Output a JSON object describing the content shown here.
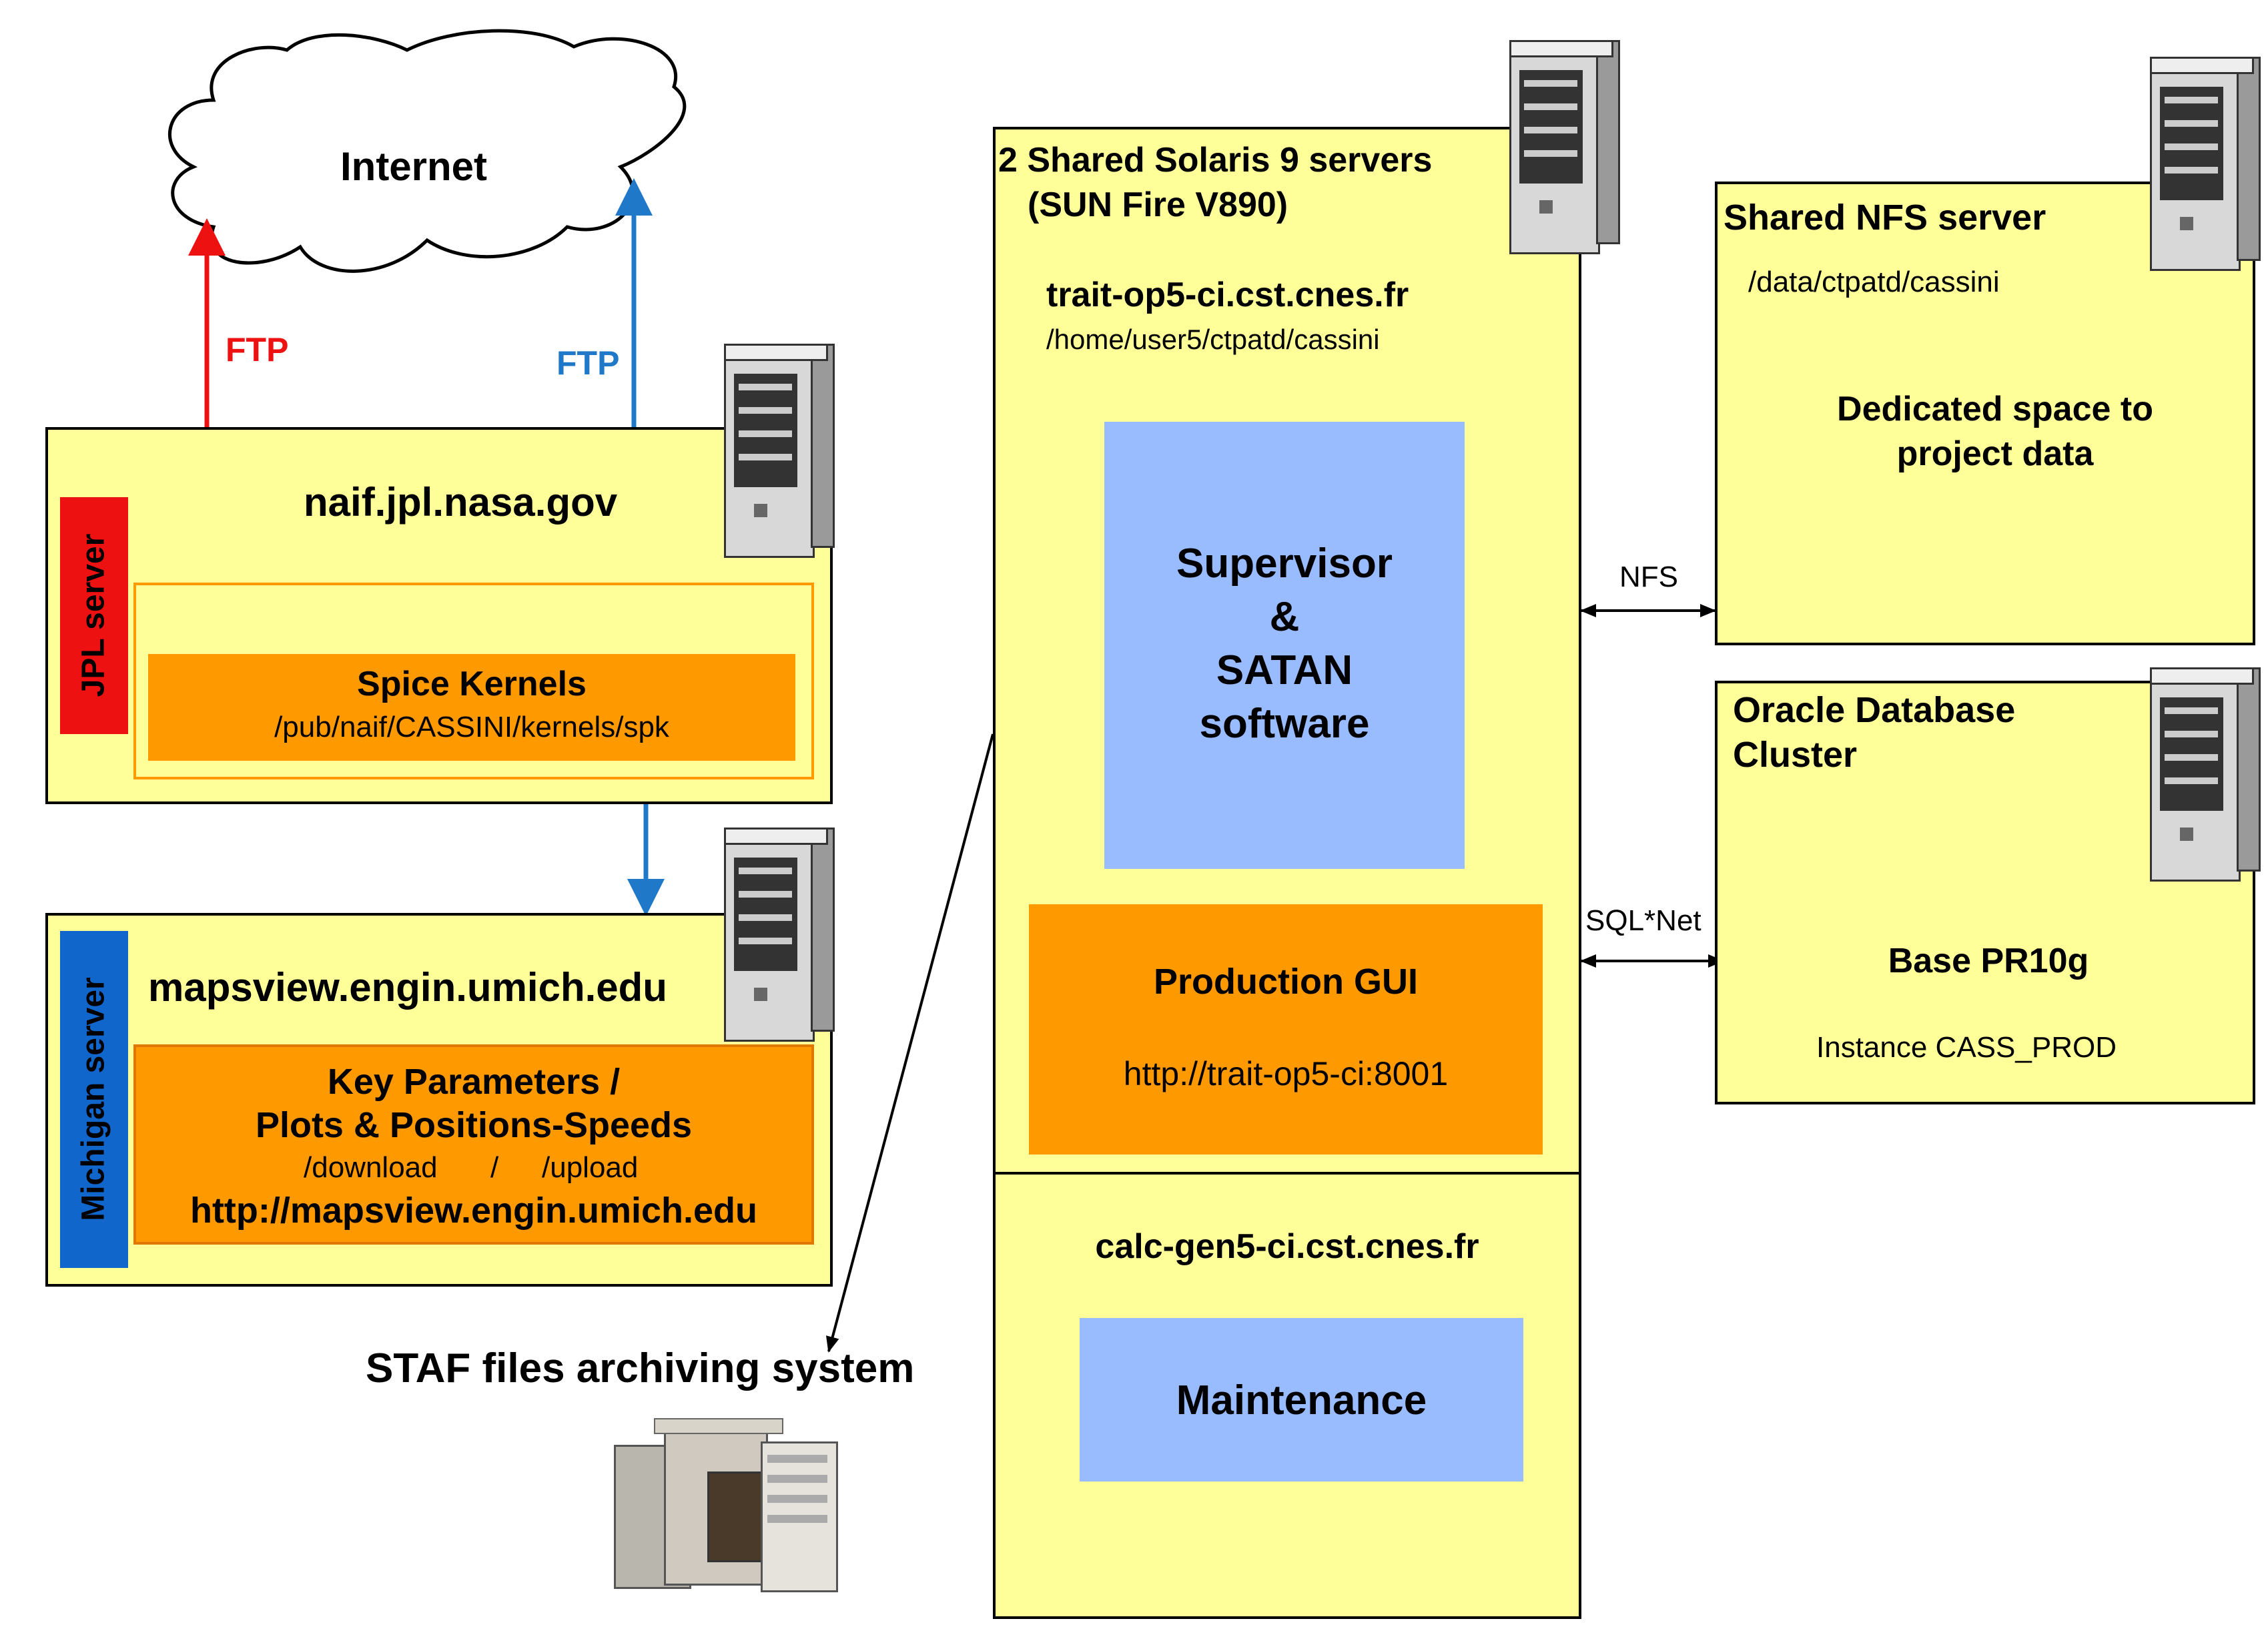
{
  "internet": {
    "label": "Internet"
  },
  "ftp": {
    "red": "FTP",
    "blue": "FTP"
  },
  "jpl": {
    "side_label": "JPL server",
    "host": "naif.jpl.nasa.gov",
    "kernels_title": "Spice Kernels",
    "kernels_path": "/pub/naif/CASSINI/kernels/spk"
  },
  "michigan": {
    "side_label": "Michigan server",
    "host": "mapsview.engin.umich.edu",
    "line1": "Key Parameters /",
    "line2": "Plots & Positions-Speeds",
    "download": "/download",
    "sep": "/",
    "upload": "/upload",
    "url": "http://mapsview.engin.umich.edu"
  },
  "staf": {
    "label": "STAF files archiving system"
  },
  "solaris": {
    "title_line1": "2 Shared Solaris 9 servers",
    "title_line2": "(SUN Fire V890)",
    "host": "trait-op5-ci.cst.cnes.fr",
    "path": "/home/user5/ctpatd/cassini",
    "supervisor_lines": [
      "Supervisor",
      "&",
      "SATAN",
      "software"
    ],
    "gui_title": "Production GUI",
    "gui_url": "http://trait-op5-ci:8001",
    "calc_host": "calc-gen5-ci.cst.cnes.fr",
    "maintenance": "Maintenance"
  },
  "nfs": {
    "title": "Shared NFS server",
    "path": "/data/ctpatd/cassini",
    "disk_line1": "Dedicated space to",
    "disk_line2": "project data",
    "link": "NFS"
  },
  "oracle": {
    "title_line1": "Oracle Database",
    "title_line2": "Cluster",
    "db_label": "Base PR10g",
    "instance": "Instance CASS_PROD",
    "link": "SQL*Net"
  },
  "colors": {
    "ftp_red": "#ee1111",
    "ftp_blue": "#1f78c8",
    "box_yellow": "#ffff99",
    "box_orange": "#ff9900",
    "box_blue": "#99bbff",
    "jpl_tag": "#ee1111",
    "michigan_tag": "#1166cc"
  }
}
